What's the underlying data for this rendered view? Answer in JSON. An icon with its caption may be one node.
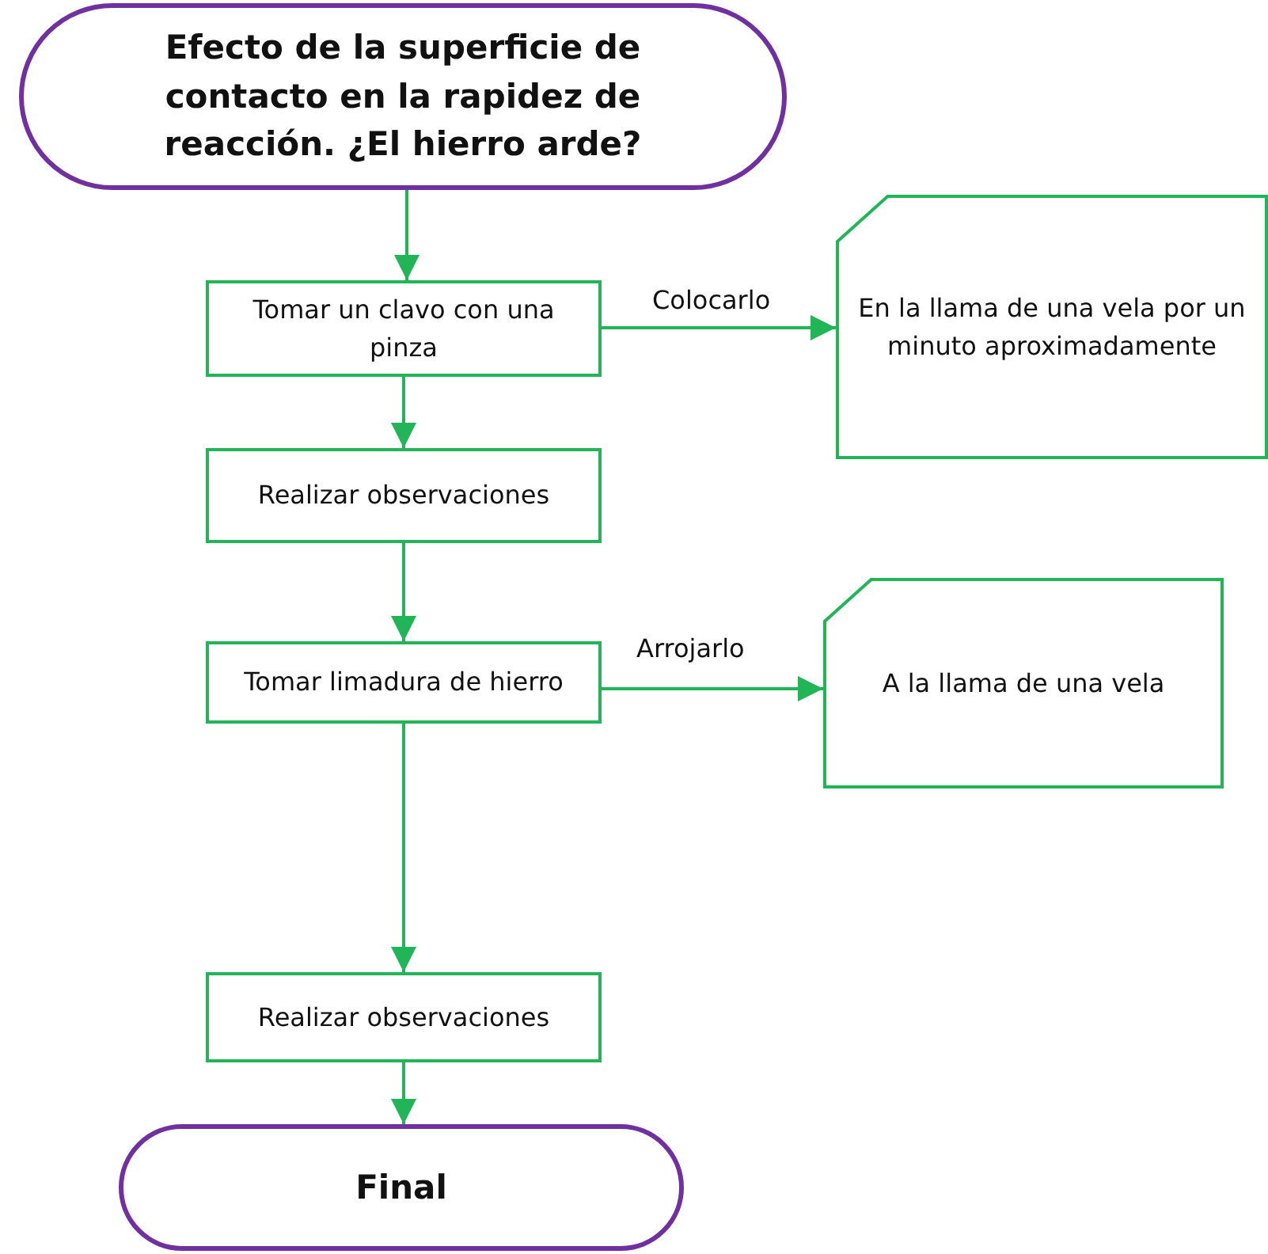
{
  "diagram": {
    "nodes": [
      {
        "text": [
          "Efecto de la superficie de contacto en la rapidez de reacción. ¿El hierro arde?"
        ]
      },
      {
        "text": [
          "Tomar un clavo con una pinza"
        ]
      },
      {
        "text": [
          "En la llama de una vela por un minuto aproximadamente"
        ]
      },
      {
        "text": [
          "Realizar observaciones"
        ]
      },
      {
        "text": [
          "Tomar limadura de hierro"
        ]
      },
      {
        "text": [
          "A la llama de una vela"
        ]
      },
      {
        "text": [
          "Realizar observaciones"
        ]
      },
      {
        "text": [
          "Final"
        ]
      }
    ],
    "edges": [
      {
        "from": 0,
        "to": 1,
        "arrow": "to"
      },
      {
        "from": 1,
        "to": 2,
        "arrow": "to",
        "label": "Colocarlo"
      },
      {
        "from": 1,
        "to": 3,
        "arrow": "to"
      },
      {
        "from": 3,
        "to": 4,
        "arrow": "to"
      },
      {
        "from": 4,
        "to": 5,
        "arrow": "to",
        "label": "Arrojarlo"
      },
      {
        "from": 4,
        "to": 6,
        "arrow": "to"
      },
      {
        "from": 6,
        "to": 7,
        "arrow": "to"
      }
    ]
  }
}
